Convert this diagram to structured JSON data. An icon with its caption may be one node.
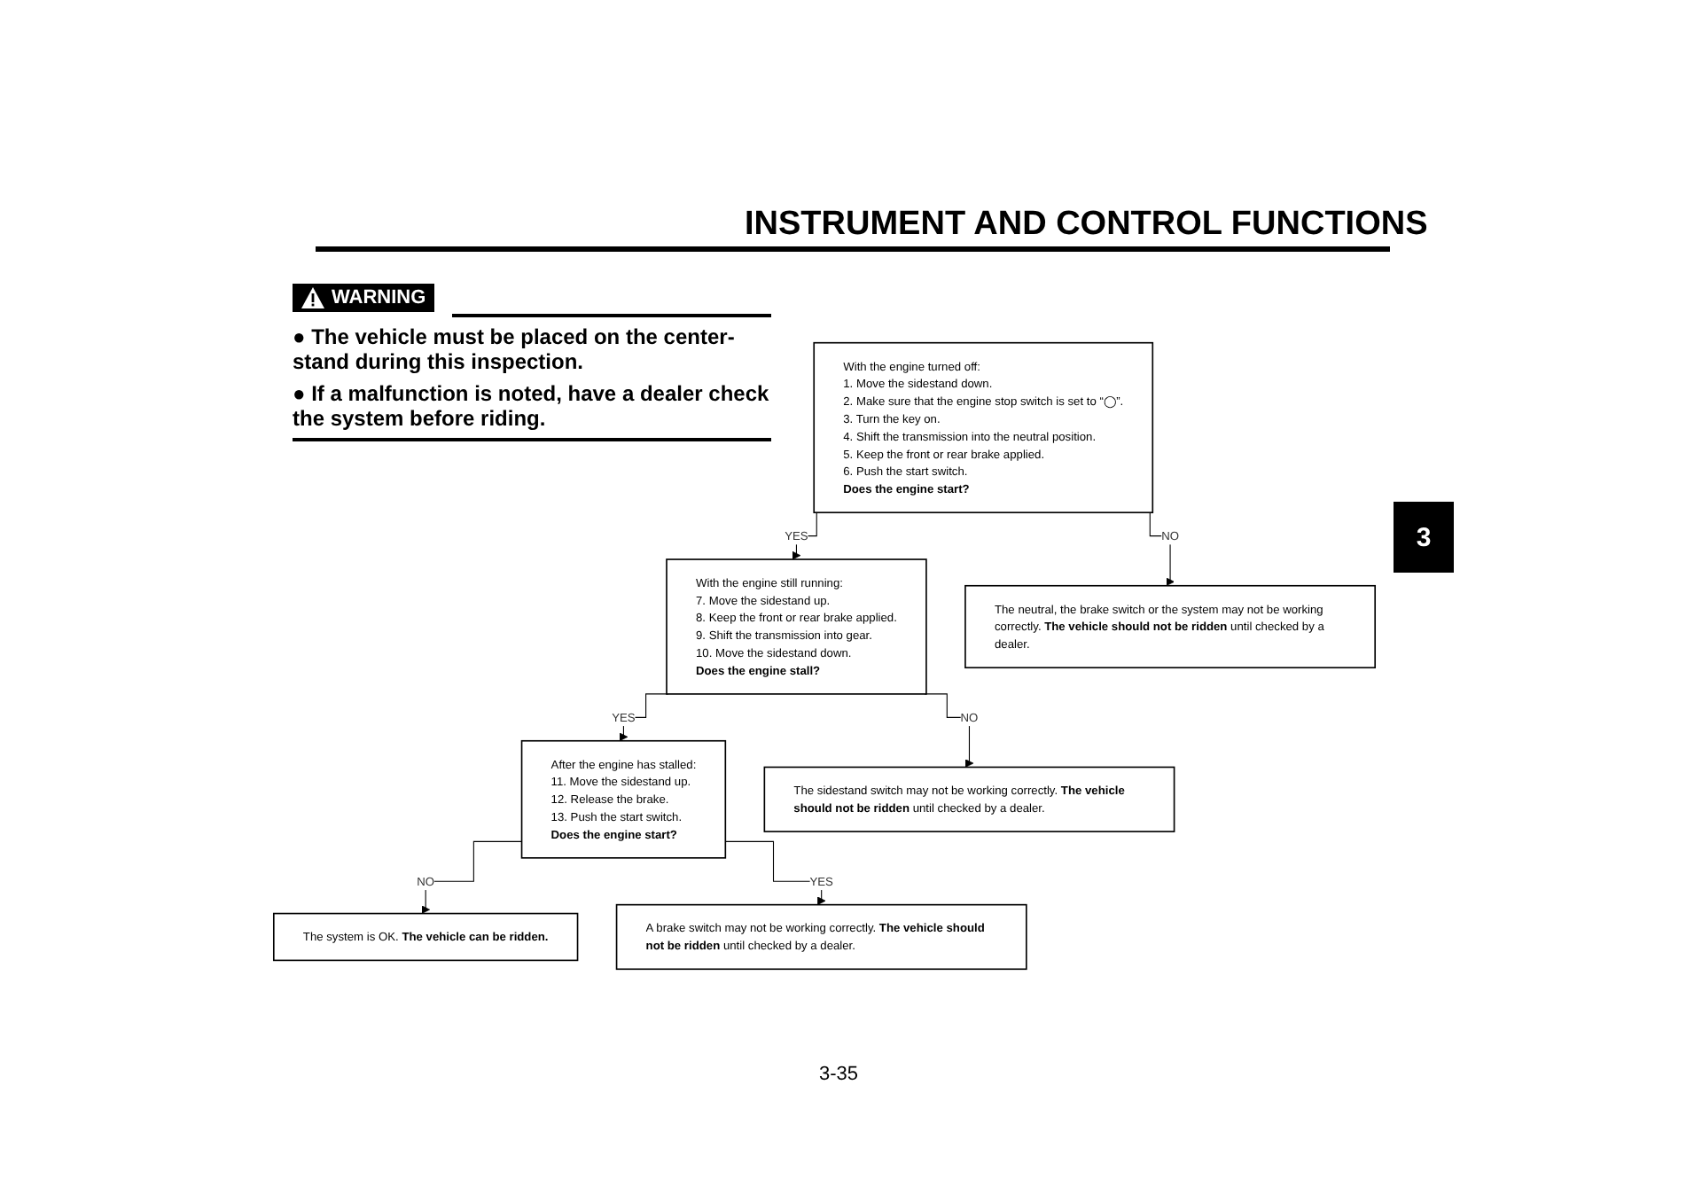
{
  "diagram": {
    "title": "INSTRUMENT AND CONTROL FUNCTIONS",
    "nodes": [
      {
        "text": [
          "With the engine turned off:",
          "1. Move the sidestand down.",
          "2. Make sure that the engine stop switch is set to “◯”.",
          "3. Turn the key on.",
          "4. Shift the transmission into the neutral position.",
          "5. Keep the front or rear brake applied.",
          "6. Push the start switch.",
          "**Does the engine start?**"
        ]
      },
      {
        "text": [
          "With the engine still running:",
          "7. Move the sidestand up.",
          "8. Keep the front or rear brake applied.",
          "9. Shift the transmission into gear.",
          "10. Move the sidestand down.",
          "**Does the engine stall?**"
        ]
      },
      {
        "text": [
          "After the engine has stalled:",
          "11. Move the sidestand up.",
          "12. Release the brake.",
          "13. Push the start switch.",
          "**Does the engine start?**"
        ]
      },
      {
        "text": [
          "The system is OK. **The vehicle can be ridden.**"
        ]
      },
      {
        "text": [
          "The neutral, the brake switch or the system may not be working correctly. **The vehicle should not be ridden** until checked by a dealer."
        ]
      },
      {
        "text": [
          "The sidestand switch may not be working correctly. **The vehicle should not be ridden** until checked by a dealer."
        ]
      },
      {
        "text": [
          "A brake switch may not be working correctly. **The vehicle should not be ridden** until checked by a dealer."
        ]
      }
    ],
    "edges": [
      {
        "from": 0,
        "to": 1,
        "arrow": "to",
        "label": "YES"
      },
      {
        "from": 0,
        "to": 4,
        "arrow": "to",
        "label": "NO"
      },
      {
        "from": 1,
        "to": 2,
        "arrow": "to",
        "label": "YES"
      },
      {
        "from": 1,
        "to": 5,
        "arrow": "to",
        "label": "NO"
      },
      {
        "from": 2,
        "to": 3,
        "arrow": "to",
        "label": "NO"
      },
      {
        "from": 2,
        "to": 6,
        "arrow": "to",
        "label": "YES"
      }
    ],
    "labels": [
      "3",
      "WARNING",
      "● The vehicle must be placed on the center-stand during this inspection.",
      "● If a malfunction is noted, have a dealer check the system before riding.",
      "3-35"
    ]
  }
}
